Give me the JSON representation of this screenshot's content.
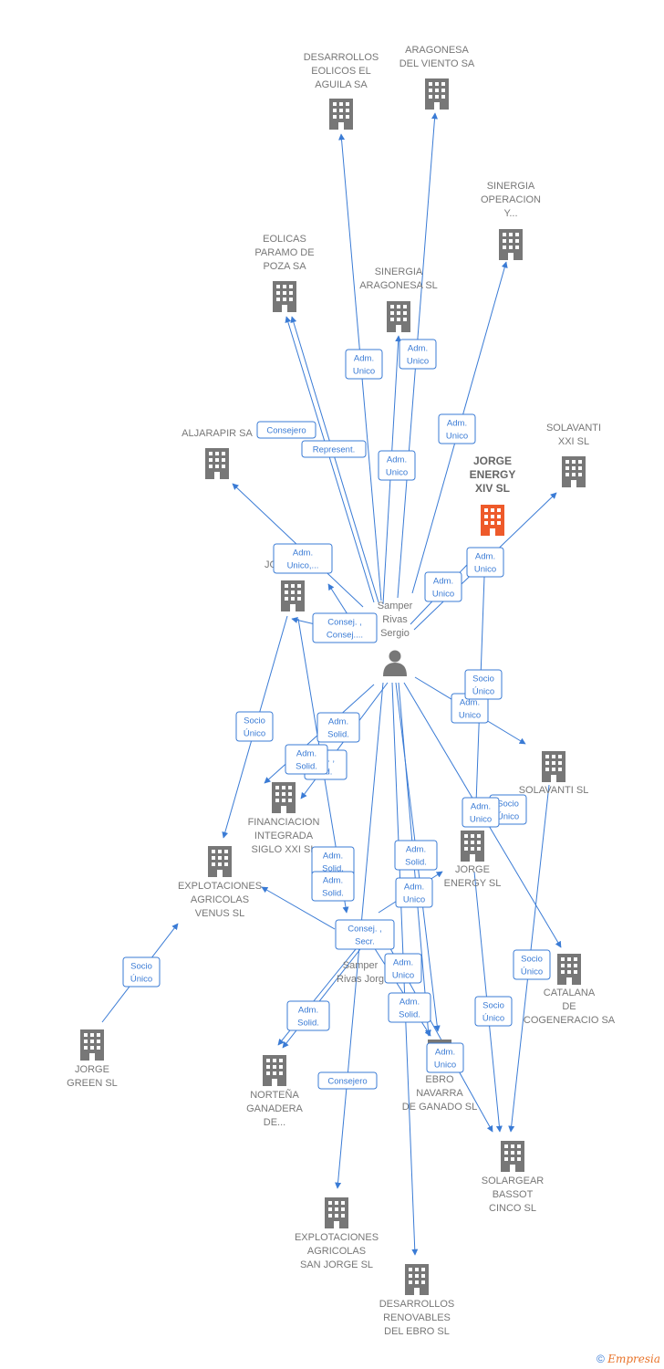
{
  "colors": {
    "edge": "#3a7bd5",
    "building": "#777777",
    "building_main": "#ee5a2a",
    "person": "#777777"
  },
  "center_person": {
    "lines": [
      "Samper",
      "Rivas",
      "Sergio"
    ]
  },
  "second_person": {
    "lines": [
      "Samper",
      "Rivas Jorg"
    ]
  },
  "nodes": [
    {
      "id": "desarrollos-eolicos",
      "lines": [
        "DESARROLLOS",
        "EOLICOS EL",
        "AGUILA SA"
      ]
    },
    {
      "id": "aragonesa-viento",
      "lines": [
        "ARAGONESA",
        "DEL VIENTO SA"
      ]
    },
    {
      "id": "sinergia-operacion",
      "lines": [
        "SINERGIA",
        "OPERACION",
        "Y..."
      ]
    },
    {
      "id": "eolicas-paramo",
      "lines": [
        "EOLICAS",
        "PARAMO DE",
        "POZA SA"
      ]
    },
    {
      "id": "sinergia-aragonesa",
      "lines": [
        "SINERGIA",
        "ARAGONESA SL"
      ]
    },
    {
      "id": "aljarapir",
      "lines": [
        "ALJARAPIR SA"
      ]
    },
    {
      "id": "solavanti-xxi",
      "lines": [
        "SOLAVANTI",
        "XXI SL"
      ]
    },
    {
      "id": "jorge-energy-xiv",
      "lines": [
        "JORGE",
        "ENERGY",
        "XIV  SL"
      ],
      "main": true
    },
    {
      "id": "jo",
      "lines": [
        "JO"
      ]
    },
    {
      "id": "solavanti",
      "lines": [
        "SOLAVANTI SL"
      ]
    },
    {
      "id": "financiacion",
      "lines": [
        "FINANCIACION",
        "INTEGRADA",
        "SIGLO XXI  SL"
      ]
    },
    {
      "id": "jorge-energy",
      "lines": [
        "JORGE",
        "ENERGY SL"
      ]
    },
    {
      "id": "explotaciones-venus",
      "lines": [
        "EXPLOTACIONES",
        "AGRICOLAS",
        "VENUS  SL"
      ]
    },
    {
      "id": "catalana",
      "lines": [
        "CATALANA",
        "DE",
        "COGENERACIO SA"
      ]
    },
    {
      "id": "jorge-green",
      "lines": [
        "JORGE",
        "GREEN  SL"
      ]
    },
    {
      "id": "nortena",
      "lines": [
        "NORTEÑA",
        "GANADERA",
        "DE..."
      ]
    },
    {
      "id": "ebro-navarra",
      "lines": [
        "EBRO",
        "NAVARRA",
        "DE GANADO SL"
      ]
    },
    {
      "id": "solargear",
      "lines": [
        "SOLARGEAR",
        "BASSOT",
        "CINCO SL"
      ]
    },
    {
      "id": "explotaciones-sanjorge",
      "lines": [
        "EXPLOTACIONES",
        "AGRICOLAS",
        "SAN JORGE SL"
      ]
    },
    {
      "id": "desarrollos-renovables",
      "lines": [
        "DESARROLLOS",
        "RENOVABLES",
        "DEL EBRO SL"
      ]
    }
  ],
  "edge_labels": [
    {
      "lines": [
        "Adm.",
        "Unico"
      ]
    },
    {
      "lines": [
        "Adm.",
        "Unico"
      ]
    },
    {
      "lines": [
        "Adm.",
        "Unico"
      ]
    },
    {
      "lines": [
        "Consejero"
      ]
    },
    {
      "lines": [
        "Represent."
      ]
    },
    {
      "lines": [
        "Adm.",
        "Unico"
      ]
    },
    {
      "lines": [
        "Adm.",
        "Unico,..."
      ]
    },
    {
      "lines": [
        "Adm.",
        "Unico"
      ]
    },
    {
      "lines": [
        "Adm.",
        "Unico"
      ]
    },
    {
      "lines": [
        "Consej. ,",
        "Consej...."
      ]
    },
    {
      "lines": [
        "Socio",
        "Único"
      ]
    },
    {
      "lines": [
        "Adm.",
        "Unico"
      ]
    },
    {
      "lines": [
        "Socio",
        "Único"
      ]
    },
    {
      "lines": [
        "Adm.",
        "Solid."
      ]
    },
    {
      "lines": [
        "sej. ,",
        "sid."
      ]
    },
    {
      "lines": [
        "Adm.",
        "Solid."
      ]
    },
    {
      "lines": [
        "Socio",
        "Único"
      ]
    },
    {
      "lines": [
        "Adm.",
        "Unico"
      ]
    },
    {
      "lines": [
        "Adm.",
        "Solid."
      ]
    },
    {
      "lines": [
        "Adm.",
        "Solid."
      ]
    },
    {
      "lines": [
        "Adm.",
        "Solid."
      ]
    },
    {
      "lines": [
        "Adm.",
        "Unico"
      ]
    },
    {
      "lines": [
        "Consej. ,",
        "Secr."
      ]
    },
    {
      "lines": [
        "Socio",
        "Único"
      ]
    },
    {
      "lines": [
        "Adm.",
        "Unico"
      ]
    },
    {
      "lines": [
        "Adm.",
        "Solid."
      ]
    },
    {
      "lines": [
        "Socio",
        "Único"
      ]
    },
    {
      "lines": [
        "Adm.",
        "Solid."
      ]
    },
    {
      "lines": [
        "Adm.",
        "Unico"
      ]
    },
    {
      "lines": [
        "Consejero"
      ]
    },
    {
      "lines": [
        "Socio",
        "Único"
      ]
    }
  ],
  "footer": {
    "copyright": "©",
    "brand": "Empresia"
  }
}
